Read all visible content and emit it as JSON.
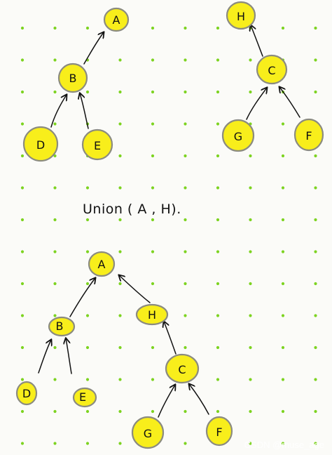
{
  "caption": "Union ( A , H).",
  "watermark": "CSDN @muse_age",
  "colors": {
    "background": "#fbfbf8",
    "dot": "#7dd321",
    "node_fill": "#f8ee1b",
    "node_stroke": "#8b8b80",
    "ink": "#111111"
  },
  "trees": [
    {
      "id": "before-left",
      "nodes": [
        {
          "id": "A",
          "label": "A"
        },
        {
          "id": "B",
          "label": "B"
        },
        {
          "id": "D",
          "label": "D"
        },
        {
          "id": "E",
          "label": "E"
        }
      ],
      "edges": [
        {
          "from": "B",
          "to": "A"
        },
        {
          "from": "D",
          "to": "B"
        },
        {
          "from": "E",
          "to": "B"
        }
      ]
    },
    {
      "id": "before-right",
      "nodes": [
        {
          "id": "H",
          "label": "H"
        },
        {
          "id": "C",
          "label": "C"
        },
        {
          "id": "G",
          "label": "G"
        },
        {
          "id": "F",
          "label": "F"
        }
      ],
      "edges": [
        {
          "from": "C",
          "to": "H"
        },
        {
          "from": "G",
          "to": "C"
        },
        {
          "from": "F",
          "to": "C"
        }
      ]
    },
    {
      "id": "after",
      "nodes": [
        {
          "id": "A",
          "label": "A"
        },
        {
          "id": "B",
          "label": "B"
        },
        {
          "id": "H",
          "label": "H"
        },
        {
          "id": "D",
          "label": "D"
        },
        {
          "id": "E",
          "label": "E"
        },
        {
          "id": "C",
          "label": "C"
        },
        {
          "id": "G",
          "label": "G"
        },
        {
          "id": "F",
          "label": "F"
        }
      ],
      "edges": [
        {
          "from": "B",
          "to": "A"
        },
        {
          "from": "H",
          "to": "A"
        },
        {
          "from": "D",
          "to": "B"
        },
        {
          "from": "E",
          "to": "B"
        },
        {
          "from": "C",
          "to": "H"
        },
        {
          "from": "G",
          "to": "C"
        },
        {
          "from": "F",
          "to": "C"
        }
      ]
    }
  ]
}
